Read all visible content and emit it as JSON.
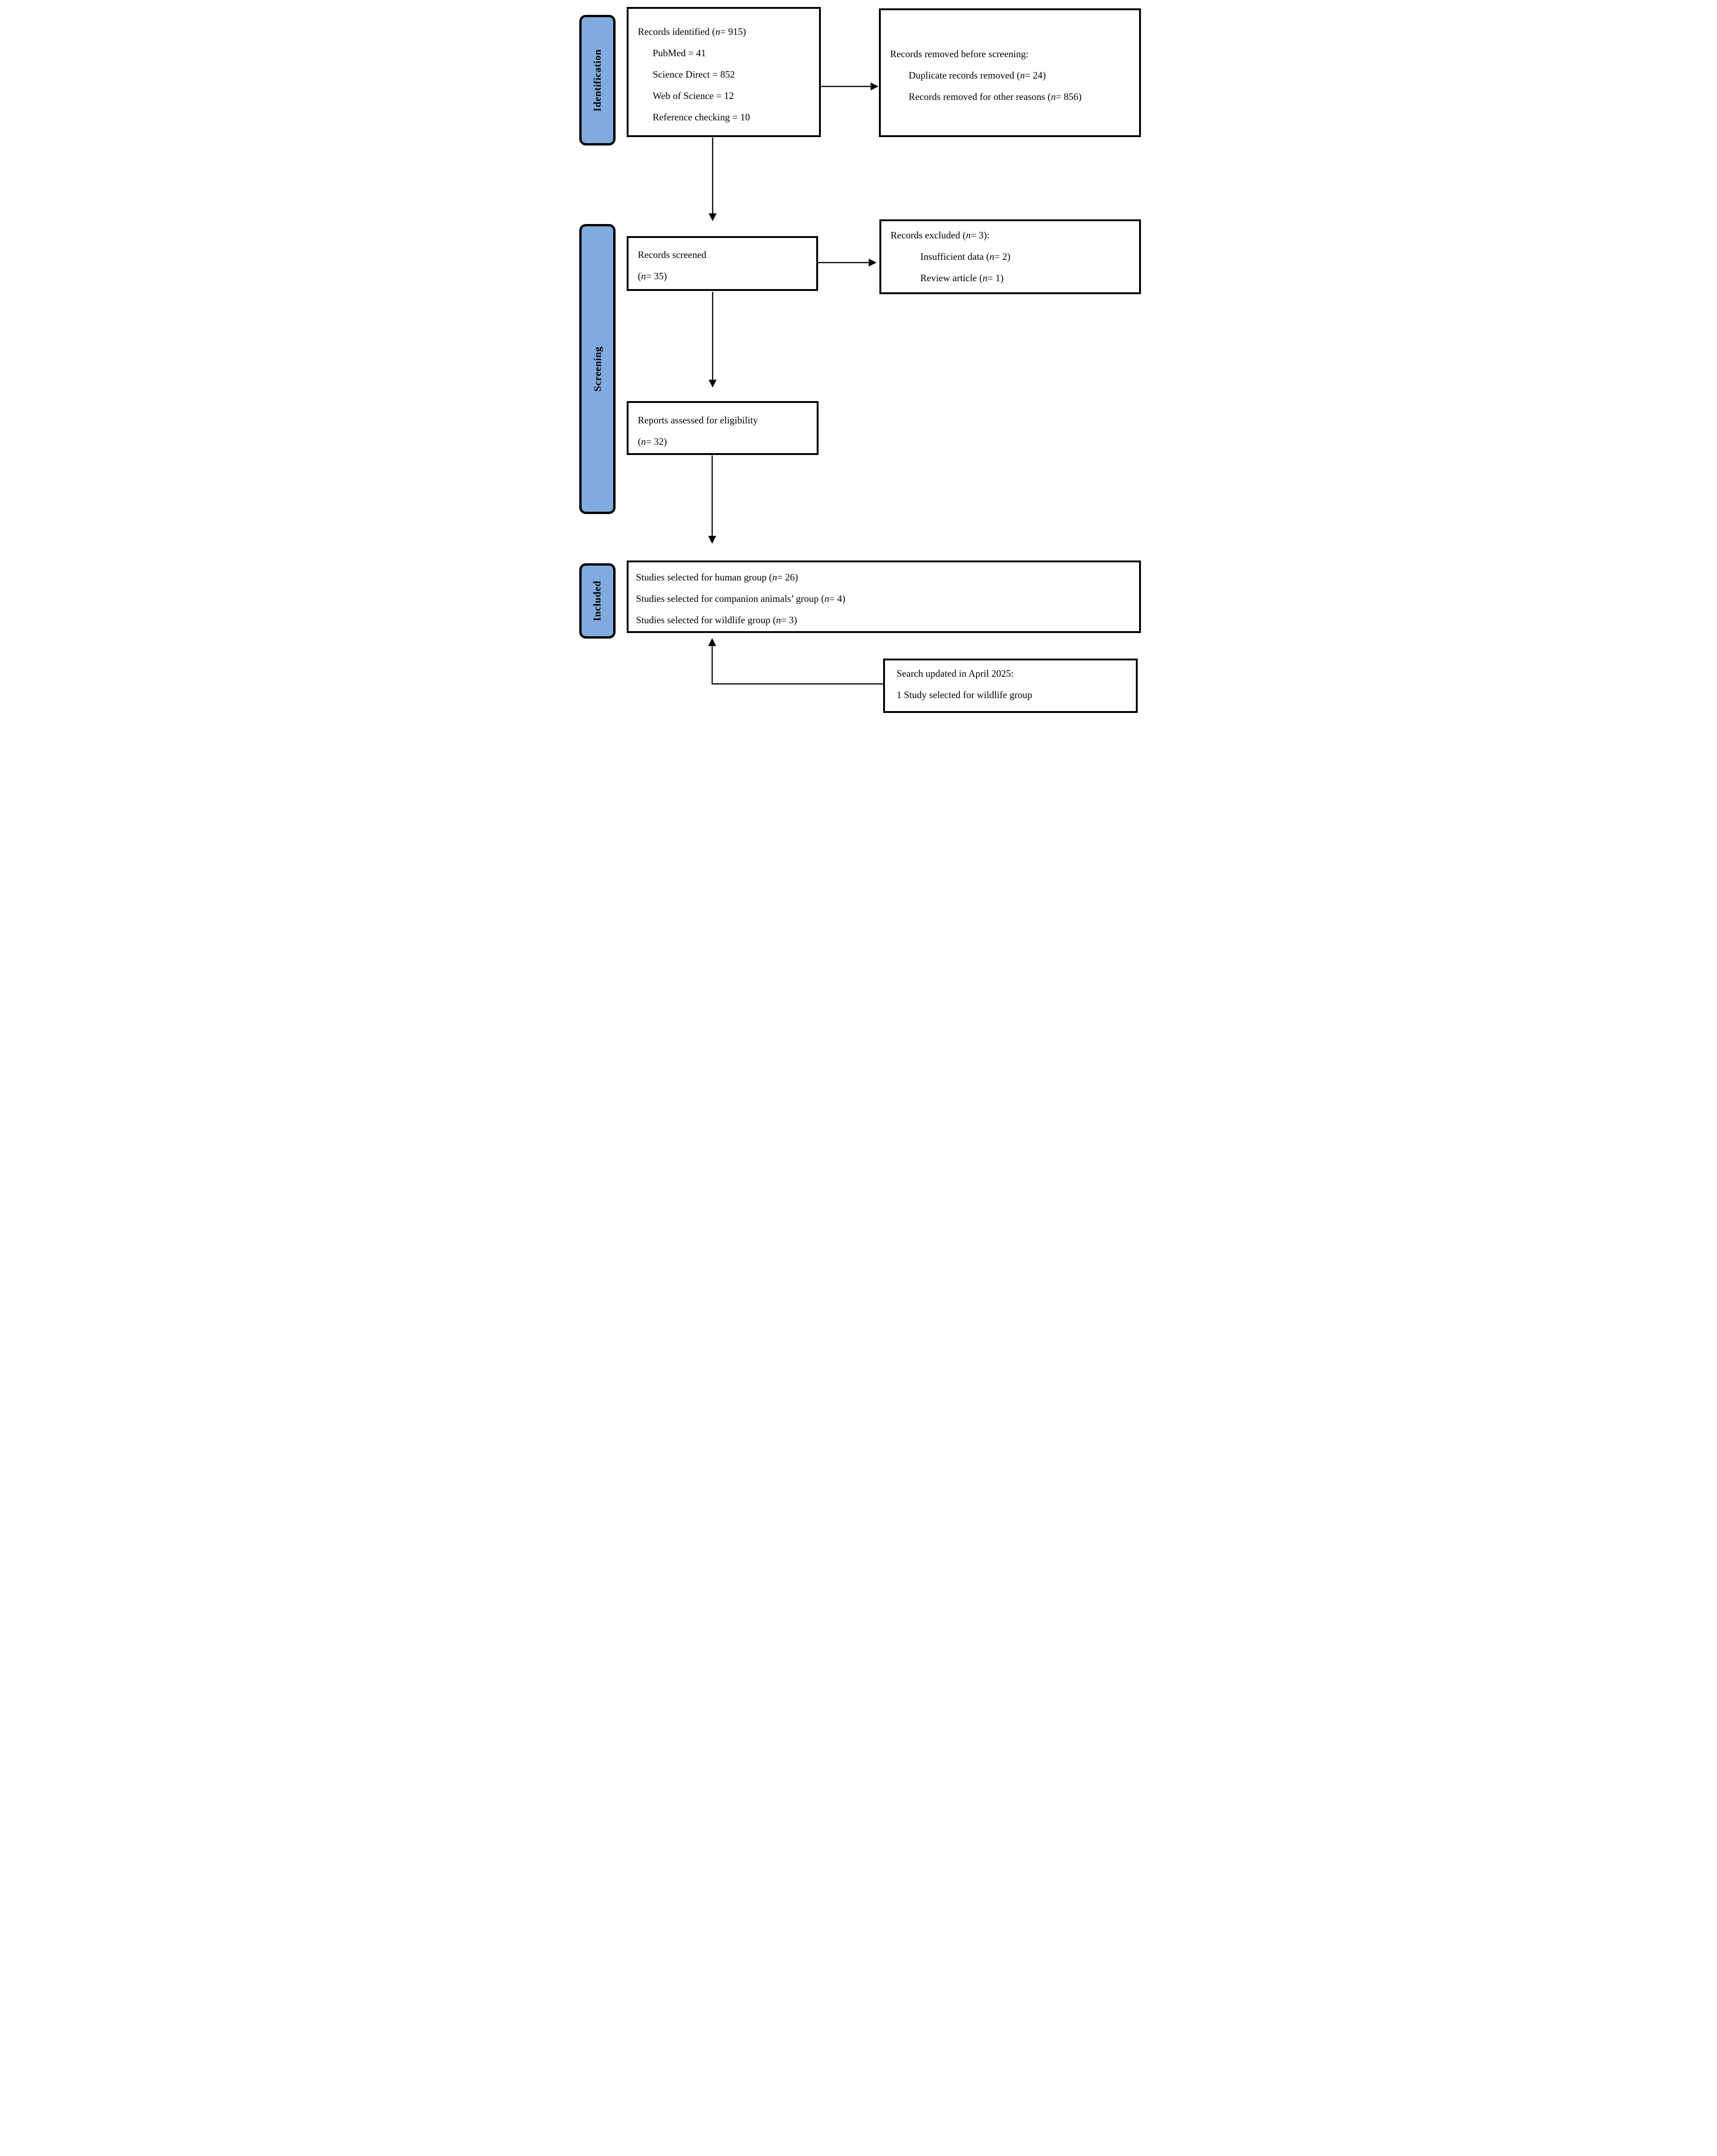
{
  "colors": {
    "stage_fill": "#81ABDE",
    "stage_border": "#000000",
    "box_border": "#000000",
    "background": "#FFFFFF"
  },
  "stages": {
    "identification": "Identification",
    "screening": "Screening",
    "included": "Included"
  },
  "boxes": {
    "identified": {
      "title": "Records identified (n = 915)",
      "items": [
        "PubMed = 41",
        "Science Direct = 852",
        "Web of Science = 12",
        "Reference checking = 10"
      ]
    },
    "removed": {
      "title": "Records removed before screening:",
      "items": [
        "Duplicate records removed (n = 24)",
        "Records removed for other reasons (n = 856)"
      ]
    },
    "screened": {
      "line1": "Records screened",
      "line2": "(n = 35)"
    },
    "excluded": {
      "title": "Records excluded (n = 3):",
      "items": [
        "Insufficient data (n = 2)",
        "Review article (n = 1)"
      ]
    },
    "assessed": {
      "line1": "Reports assessed for eligibility",
      "line2": "(n = 32)"
    },
    "included_studies": {
      "items": [
        "Studies selected for human group (n = 26)",
        "Studies selected for companion animals’ group (n = 4)",
        "Studies selected for wildlife group (n = 3)"
      ]
    },
    "update": {
      "line1": "Search updated in April 2025:",
      "line2": "1 Study selected for wildlife group"
    }
  }
}
